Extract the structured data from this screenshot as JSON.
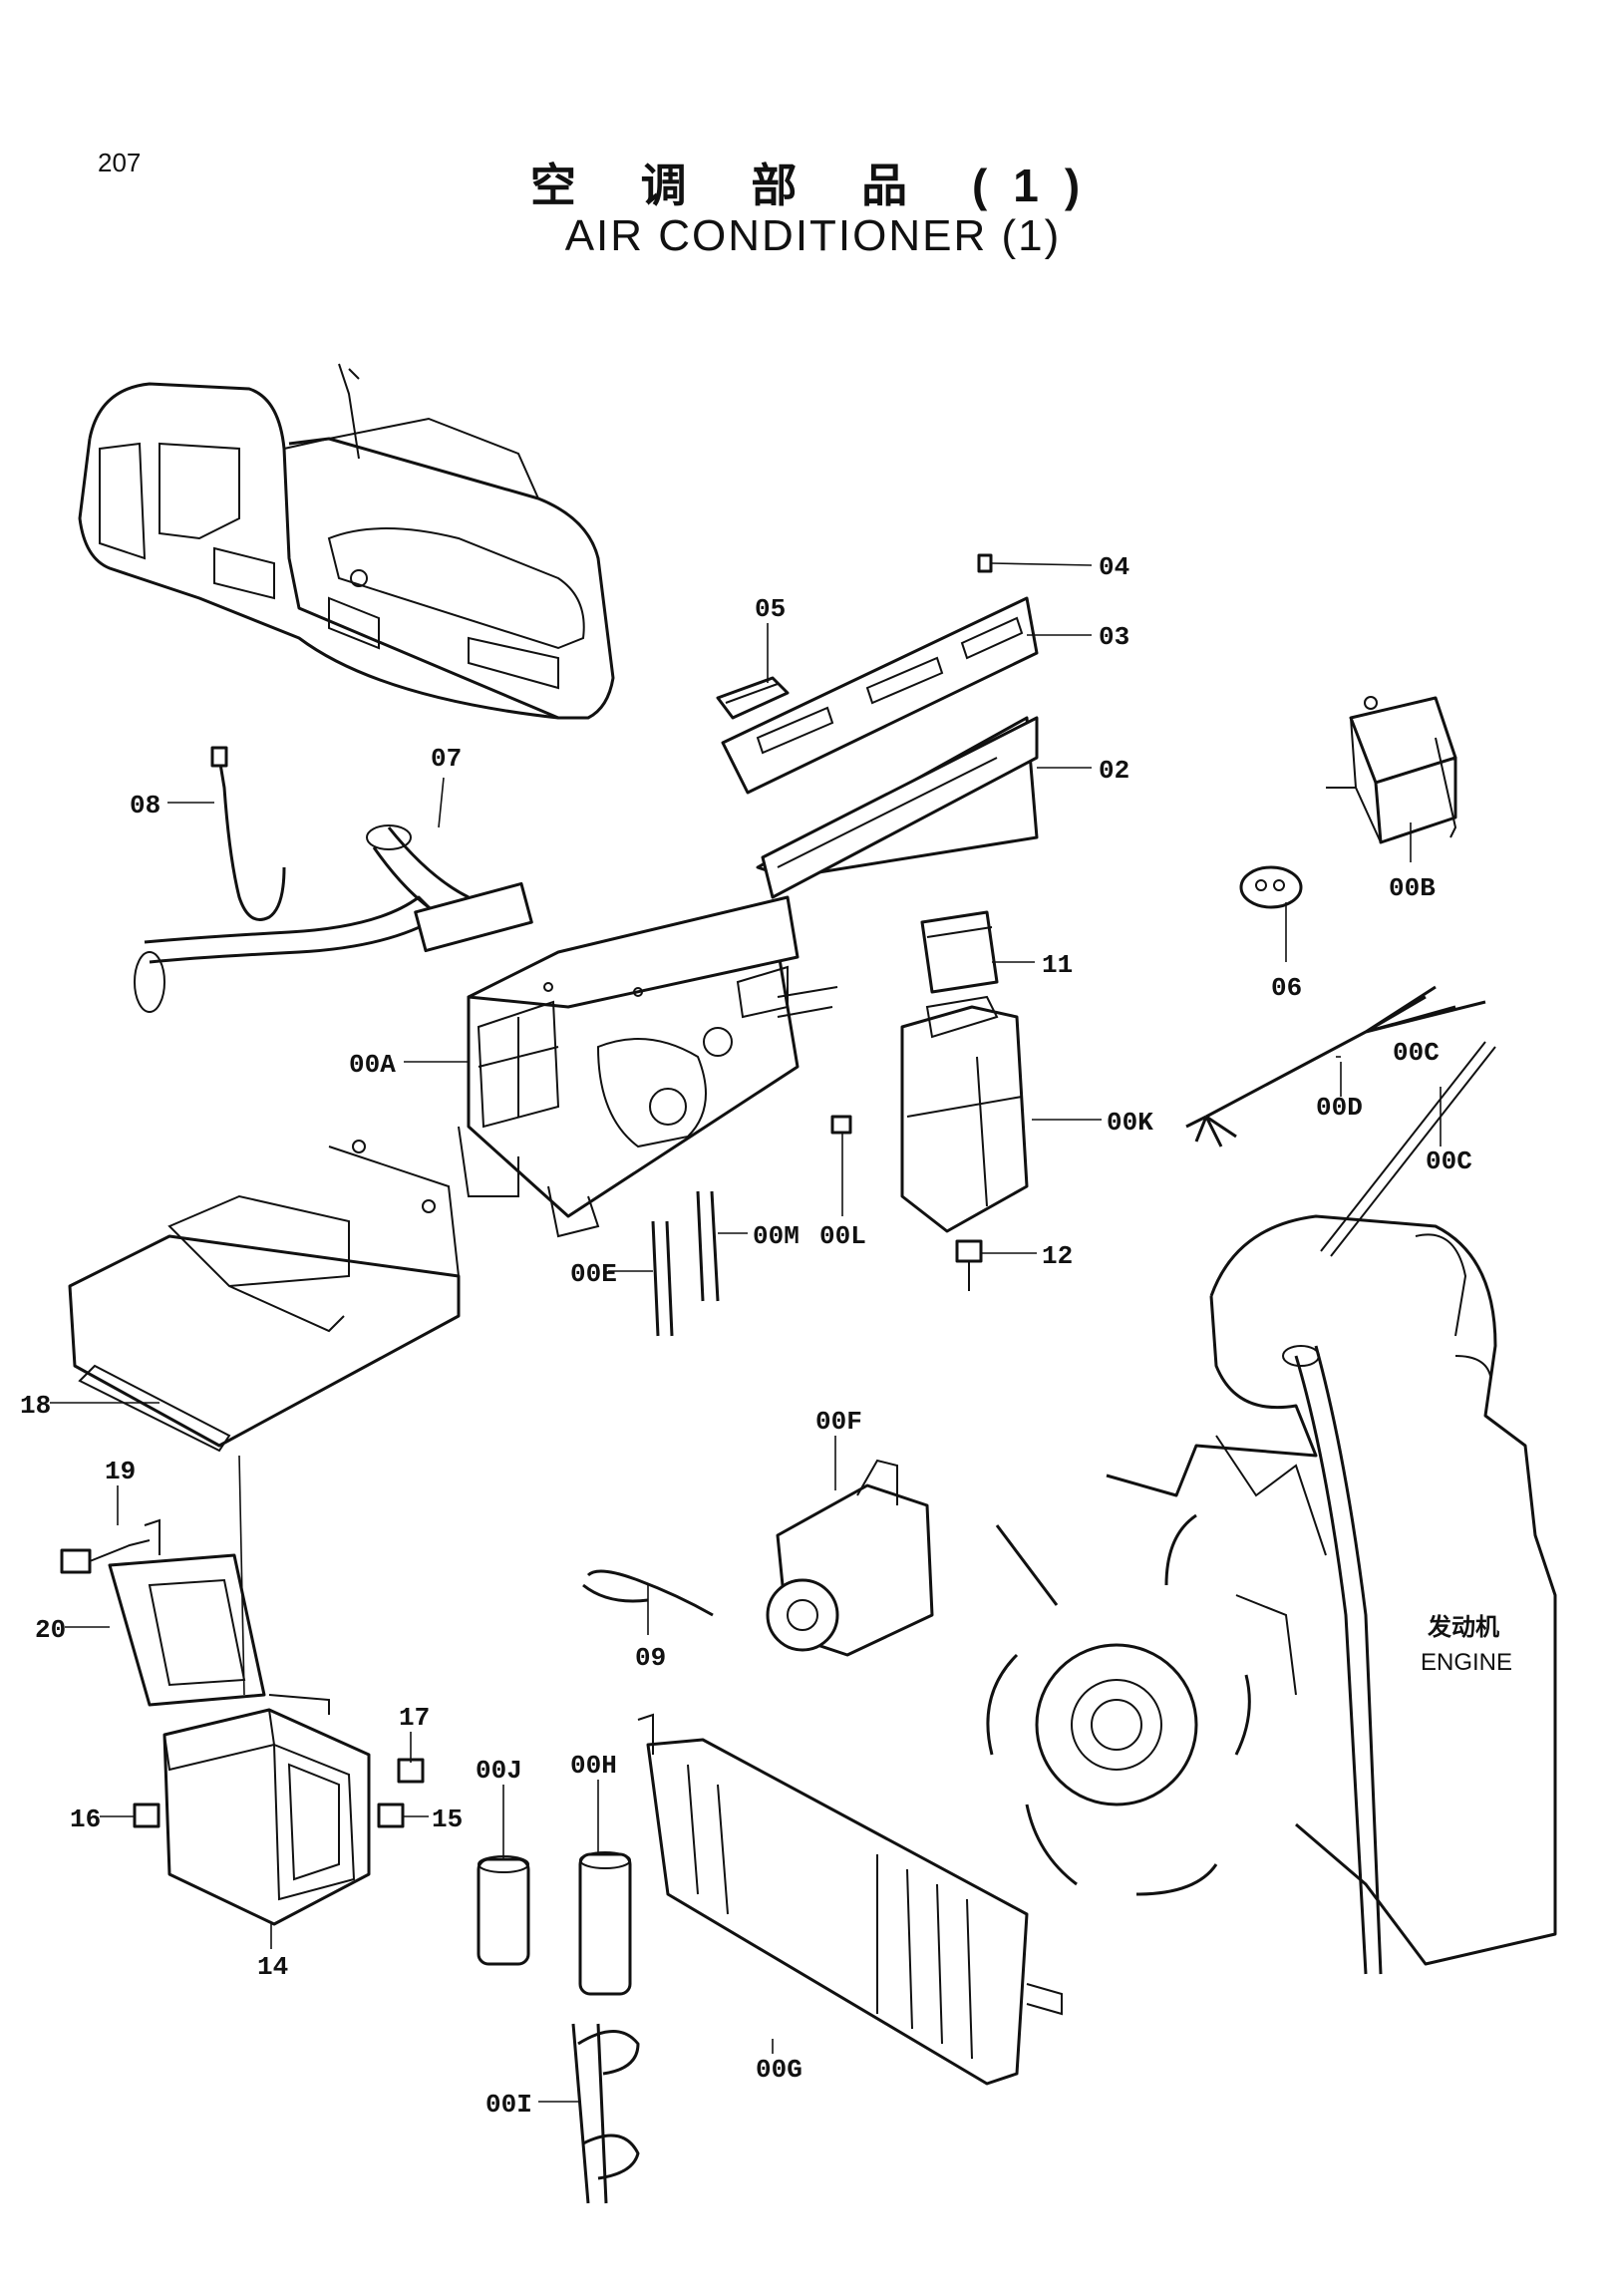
{
  "page_number": "207",
  "title_cn": "空 调 部 品 (1)",
  "title_en": "AIR CONDITIONER (1)",
  "engine_label_cn": "发动机",
  "engine_label_en": "ENGINE",
  "part_labels": {
    "p04": "04",
    "p03": "03",
    "p05": "05",
    "p02": "02",
    "p07": "07",
    "p08": "08",
    "p00B": "00B",
    "p06": "06",
    "p11": "11",
    "p00A": "00A",
    "p00C1": "00C",
    "p00D": "00D",
    "p00C2": "00C",
    "p00K": "00K",
    "p00L": "00L",
    "p00M": "00M",
    "p00E": "00E",
    "p12": "12",
    "p18": "18",
    "p19": "19",
    "p00F": "00F",
    "p20": "20",
    "p09": "09",
    "p17": "17",
    "p00J": "00J",
    "p00H": "00H",
    "p16": "16",
    "p15": "15",
    "p14": "14",
    "p00G": "00G",
    "p00I": "00I"
  }
}
